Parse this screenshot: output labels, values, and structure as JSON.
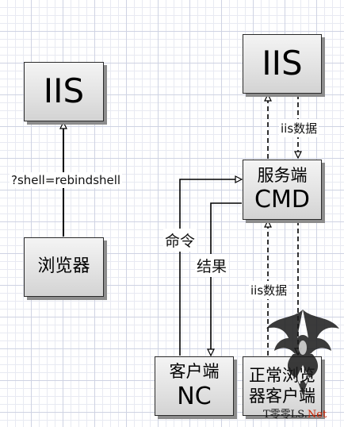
{
  "left": {
    "iis": "IIS",
    "param": "?shell=rebindshell",
    "browser": "浏览器"
  },
  "right": {
    "iis": "IIS",
    "server_line1": "服务端",
    "server_line2": "CMD",
    "client_line1": "客户端",
    "client_line2": "NC",
    "normal_line1": "正常浏览",
    "normal_line2": "器客户端",
    "iis_data_top": "iis数据",
    "iis_data_bottom": "iis数据",
    "command": "命令",
    "result": "结果"
  },
  "watermark": {
    "text": "T零零LS.Net"
  }
}
